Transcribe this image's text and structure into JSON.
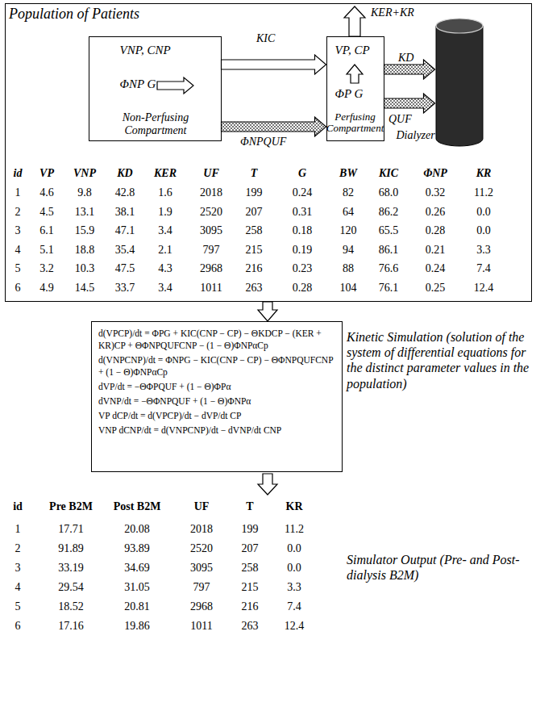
{
  "diagram": {
    "nodes": [
      {
        "text": [
          "Population of Patients"
        ]
      },
      {
        "text": [
          "VNP, CNP",
          "ΦNP G",
          "Non-Perfusing Compartment"
        ],
        "in": 0
      },
      {
        "text": [
          "VP, CP",
          "ΦP G",
          "Perfusing Compartment"
        ],
        "in": 0
      },
      {
        "text": [
          "Dialyzer"
        ],
        "in": 0
      },
      {
        "text": [
          "d(VPCP)/dt = ΦPG + KIC(CNP − CP) − ΘKDCP − (KER + KR)CP + ΘΦNPQUFCNP − (1 − Θ)ΦNPαCp",
          "d(VNPCNP)/dt = ΦNPG − KIC(CNP − CP) − ΘΦNPQUFCNP + (1 − Θ)ΦNPαCp",
          "dVP/dt = −ΘΦPQUF + (1 − Θ)ΦPα",
          "dVNP/dt = −ΘΦNPQUF + (1 − Θ)ΦNPα",
          "VP dCP/dt = d(VPCP)/dt − dVP/dt CP",
          "VNP dCNP/dt = d(VNPCNP)/dt − dVNP/dt CNP"
        ]
      }
    ],
    "edges": [
      {
        "from": 1,
        "to": 2,
        "arrow": "to",
        "label": "KIC"
      },
      {
        "from": 1,
        "to": 2,
        "arrow": "to",
        "label": "ΦNPQUF"
      },
      {
        "from": 2,
        "to": 3,
        "arrow": "to",
        "label": "KD"
      },
      {
        "from": 2,
        "to": 3,
        "arrow": "to",
        "label": "QUF"
      },
      {
        "from": 0,
        "to": 4,
        "arrow": "to"
      }
    ],
    "labels": [
      "KER+KR",
      "id",
      "VP",
      "VNP",
      "KD",
      "KER",
      "UF",
      "T",
      "G",
      "BW",
      "KIC",
      "ΦNP",
      "KR",
      "1",
      "4.6",
      "9.8",
      "42.8",
      "1.6",
      "2018",
      "199",
      "0.24",
      "82",
      "68.0",
      "0.32",
      "11.2",
      "2",
      "4.5",
      "13.1",
      "38.1",
      "1.9",
      "2520",
      "207",
      "0.31",
      "64",
      "86.2",
      "0.26",
      "0.0",
      "3",
      "6.1",
      "15.9",
      "47.1",
      "3.4",
      "3095",
      "258",
      "0.18",
      "120",
      "65.5",
      "0.28",
      "0.0",
      "4",
      "5.1",
      "18.8",
      "35.4",
      "2.1",
      "797",
      "215",
      "0.19",
      "94",
      "86.1",
      "0.21",
      "3.3",
      "5",
      "3.2",
      "10.3",
      "47.5",
      "4.3",
      "2968",
      "216",
      "0.23",
      "88",
      "76.6",
      "0.24",
      "7.4",
      "6",
      "4.9",
      "14.5",
      "33.7",
      "3.4",
      "1011",
      "263",
      "0.28",
      "104",
      "76.1",
      "0.25",
      "12.4",
      "Kinetic Simulation (solution of the system of differential equations for the distinct parameter values in the population)",
      "id",
      "Pre B2M",
      "Post B2M",
      "UF",
      "T",
      "KR",
      "1",
      "17.71",
      "20.08",
      "2018",
      "199",
      "11.2",
      "2",
      "91.89",
      "93.89",
      "2520",
      "207",
      "0.0",
      "3",
      "33.19",
      "34.69",
      "3095",
      "258",
      "0.0",
      "4",
      "29.54",
      "31.05",
      "797",
      "215",
      "3.3",
      "5",
      "18.52",
      "20.81",
      "2968",
      "216",
      "7.4",
      "6",
      "17.16",
      "19.86",
      "1011",
      "263",
      "12.4",
      "Simulator Output (Pre- and Post-dialysis B2M)"
    ]
  }
}
